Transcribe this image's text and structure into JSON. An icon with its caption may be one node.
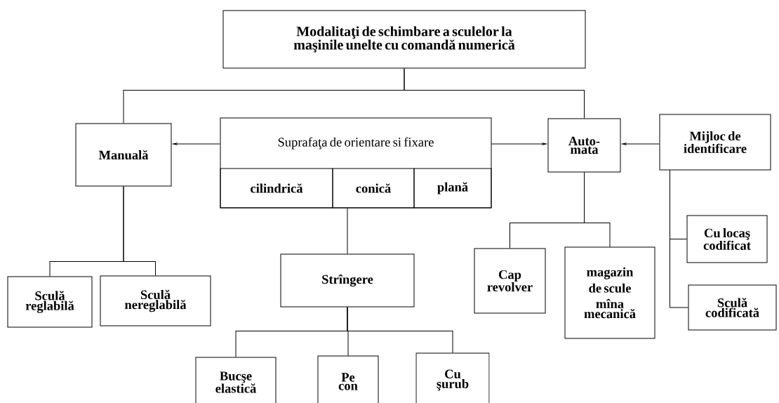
{
  "diagram": {
    "nodes": [
      {
        "text": [
          "Modalitaţi de schimbare a sculelor la maşinile unelte cu comandă numerică"
        ]
      },
      {
        "text": [
          "Manuală"
        ]
      },
      {
        "text": [
          "Suprafaţa de orientare si fixare"
        ]
      },
      {
        "text": [
          "cilindrică"
        ],
        "in": 2
      },
      {
        "text": [
          "conică"
        ],
        "in": 2
      },
      {
        "text": [
          "plană"
        ],
        "in": 2
      },
      {
        "text": [
          "Auto- mata"
        ]
      },
      {
        "text": [
          "Mijloc de identificare"
        ]
      },
      {
        "text": [
          "Sculă reglabilă"
        ]
      },
      {
        "text": [
          "Sculă nereglabilă"
        ]
      },
      {
        "text": [
          "Strîngere"
        ]
      },
      {
        "text": [
          "Cap revolver"
        ]
      },
      {
        "text": [
          "magazin de scule",
          "mîna mecanică"
        ]
      },
      {
        "text": [
          "Cu locaş codificat"
        ]
      },
      {
        "text": [
          "Sculă codificată"
        ]
      },
      {
        "text": [
          "Bucşe elastică"
        ]
      },
      {
        "text": [
          "Pe con"
        ]
      },
      {
        "text": [
          "Cu şurub"
        ]
      }
    ],
    "edges": [
      {
        "from": 0,
        "to": 1,
        "arrow": "none"
      },
      {
        "from": 0,
        "to": 6,
        "arrow": "none"
      },
      {
        "from": 2,
        "to": 1,
        "arrow": "to"
      },
      {
        "from": 2,
        "to": 6,
        "arrow": "to"
      },
      {
        "from": 7,
        "to": 6,
        "arrow": "to"
      },
      {
        "from": 1,
        "to": 8,
        "arrow": "none"
      },
      {
        "from": 1,
        "to": 9,
        "arrow": "none"
      },
      {
        "from": 2,
        "to": 10,
        "arrow": "none"
      },
      {
        "from": 10,
        "to": 15,
        "arrow": "none"
      },
      {
        "from": 10,
        "to": 16,
        "arrow": "none"
      },
      {
        "from": 10,
        "to": 17,
        "arrow": "none"
      },
      {
        "from": 6,
        "to": 11,
        "arrow": "none"
      },
      {
        "from": 6,
        "to": 12,
        "arrow": "none"
      },
      {
        "from": 7,
        "to": 13,
        "arrow": "none"
      },
      {
        "from": 7,
        "to": 14,
        "arrow": "none"
      }
    ]
  }
}
